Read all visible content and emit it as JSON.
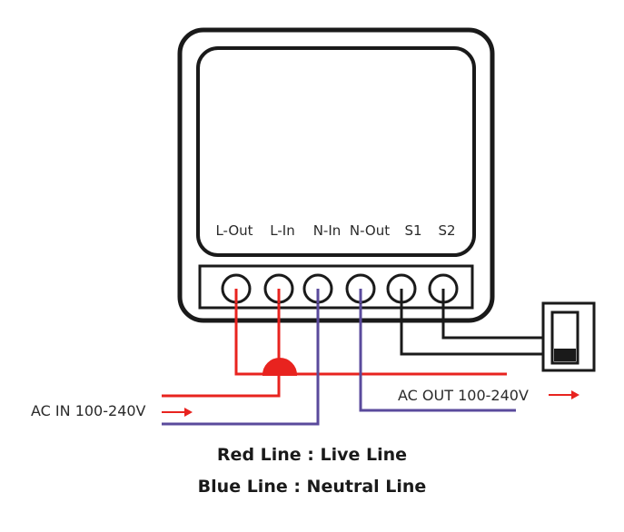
{
  "terminals": [
    "L-Out",
    "L-In",
    "N-In",
    "N-Out",
    "S1",
    "S2"
  ],
  "ac_in_label": "AC IN 100-240V",
  "ac_out_label": "AC OUT 100-240V",
  "legend": {
    "red": "Red Line : Live Line",
    "blue": "Blue Line : Neutral Line"
  },
  "colors": {
    "live": "#e8231f",
    "neutral": "#5a4a9c",
    "outline": "#1a1a1a",
    "arrow": "#e8231f"
  }
}
